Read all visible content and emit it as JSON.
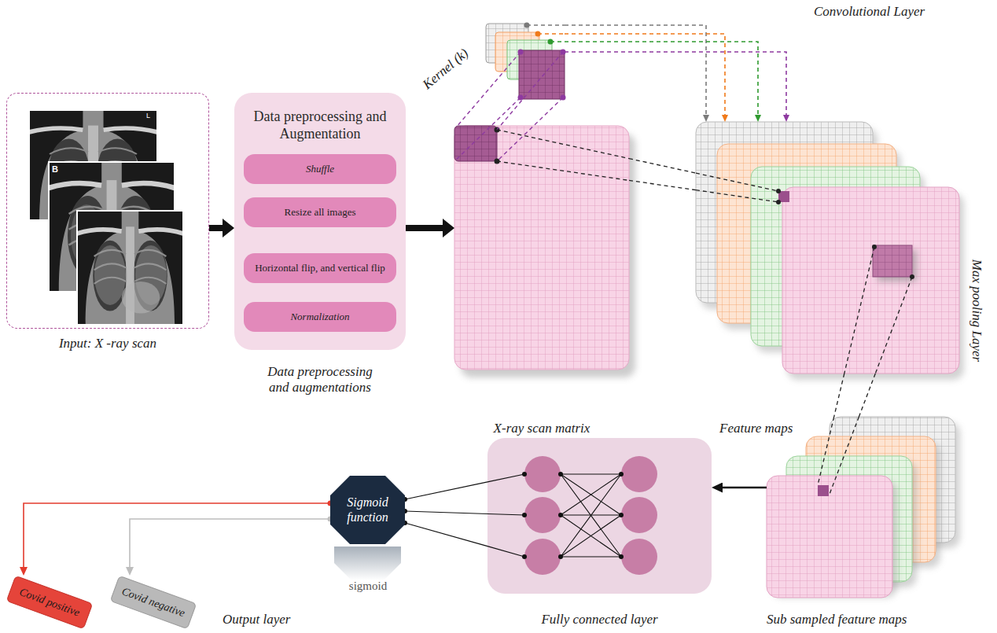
{
  "diagram": {
    "nodes": [
      {
        "text": [
          "Input: X -ray scan"
        ]
      },
      {
        "text": [
          "Data preprocessing and Augmentation",
          "Data preprocessing and augmentations"
        ]
      },
      {
        "text": [
          "Shuffle"
        ],
        "in": 1
      },
      {
        "text": [
          "Resize all images"
        ],
        "in": 1
      },
      {
        "text": [
          "Horizontal flip, and vertical flip"
        ],
        "in": 1
      },
      {
        "text": [
          "Normalization"
        ],
        "in": 1
      },
      {
        "text": [
          "X-ray scan matrix"
        ]
      },
      {
        "text": [
          "Kernel (k)"
        ]
      },
      {
        "text": [
          "Feature maps"
        ]
      },
      {
        "text": [
          "Sub sampled feature maps"
        ]
      },
      {
        "text": [
          "Fully connected layer"
        ]
      },
      {
        "text": [
          "Sigmoid function"
        ]
      },
      {
        "text": [
          "Covid positive"
        ]
      },
      {
        "text": [
          "Covid negative"
        ]
      }
    ],
    "edges": [
      {
        "from": 0,
        "to": 1,
        "arrow": "to"
      },
      {
        "from": 1,
        "to": 6,
        "arrow": "to"
      },
      {
        "from": 7,
        "to": 8,
        "arrow": "to"
      },
      {
        "from": 7,
        "to": 8,
        "arrow": "to"
      },
      {
        "from": 7,
        "to": 8,
        "arrow": "to"
      },
      {
        "from": 7,
        "to": 8,
        "arrow": "to"
      },
      {
        "from": 6,
        "to": 8,
        "arrow": "none"
      },
      {
        "from": 6,
        "to": 8,
        "arrow": "none"
      },
      {
        "from": 8,
        "to": 9,
        "arrow": "none"
      },
      {
        "from": 8,
        "to": 9,
        "arrow": "none"
      },
      {
        "from": 9,
        "to": 10,
        "arrow": "to"
      },
      {
        "from": 10,
        "to": 11,
        "arrow": "none"
      },
      {
        "from": 10,
        "to": 11,
        "arrow": "none"
      },
      {
        "from": 10,
        "to": 11,
        "arrow": "none"
      },
      {
        "from": 11,
        "to": 12,
        "arrow": "to"
      },
      {
        "from": 11,
        "to": 13,
        "arrow": "to"
      }
    ],
    "labels": [
      "L",
      "B",
      "Convolutional Layer",
      "Max pooling Layer",
      "sigmoid",
      "Output layer"
    ]
  }
}
